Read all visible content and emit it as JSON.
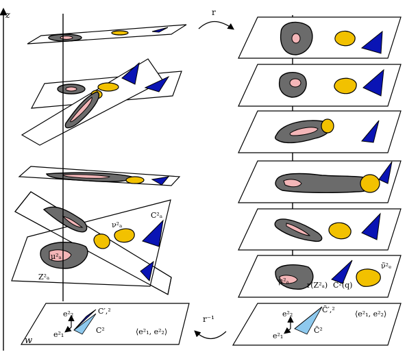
{
  "labels": {
    "z_axis": "z",
    "w_plane": "w",
    "r_map": "r",
    "r_inverse": "r⁻¹",
    "C_a_2": "C²ₐ",
    "nu_a_2": "ν²ₐ",
    "mu_a_2_left": "μ²ₐ",
    "Z_a_2": "Z²ₐ",
    "mu_a_2_right": "μ²ₐ",
    "r_Z_a_2": "r(Z²ₐ)",
    "C_tilde_q": "C̃²(q)",
    "nu_tilde_q": "ν̃²ₑ",
    "e2_left": "e²₂",
    "e1_left": "e²₁",
    "C_prime_left": "C′,²",
    "C2_left": "C²",
    "span_left": "⟨e²₁, e²₂⟩",
    "e2_right": "e²₂",
    "e1_right": "e²₁",
    "C_tilde_prime_right": "C̃′,²",
    "C_tilde_right": "C̃²",
    "span_right": "⟨e²₁, e²₂⟩"
  },
  "colors": {
    "region_grey": "#6b6b6b",
    "region_pink": "#f4b6b8",
    "region_yellow": "#f2c100",
    "region_blue": "#0a14b4",
    "cone_light_blue": "#8ec9ee"
  }
}
